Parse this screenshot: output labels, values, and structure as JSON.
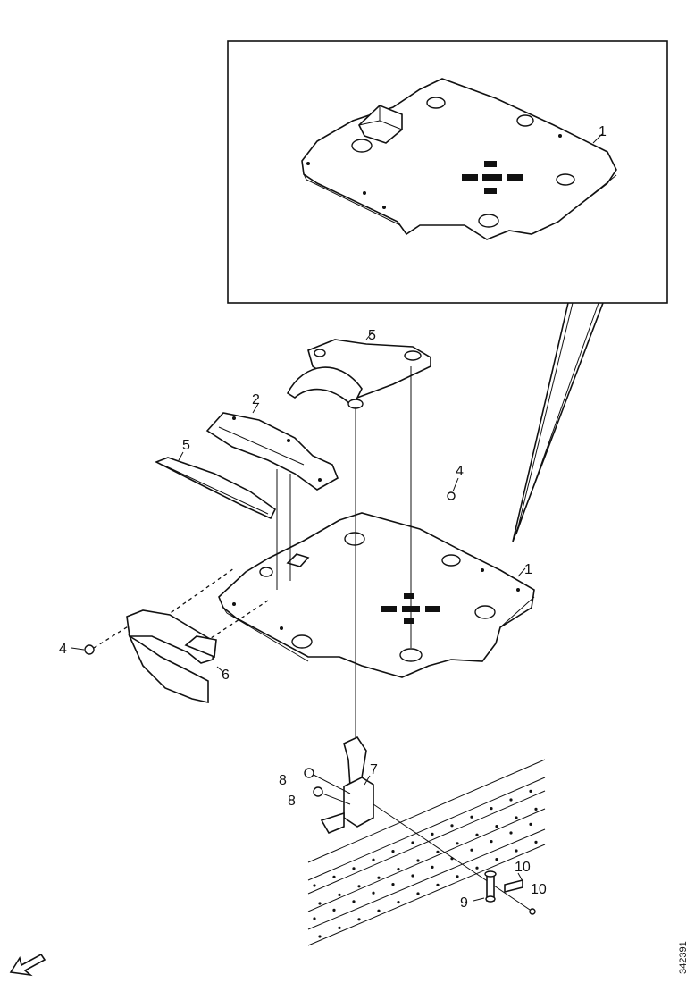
{
  "callouts": {
    "plate_inset": "1",
    "plate_main": "1",
    "bracket_top": "5",
    "bracket_left": "5",
    "cross_member": "2",
    "nut_right": "4",
    "nut_left": "4",
    "front_bracket": "6",
    "mount": "7",
    "washer_a": "8",
    "washer_b": "8",
    "bolt": "9",
    "clip_upper": "10",
    "clip_lower": "10"
  },
  "drawing_code": "342391",
  "icons": {
    "direction": "forward-arrow-icon"
  }
}
